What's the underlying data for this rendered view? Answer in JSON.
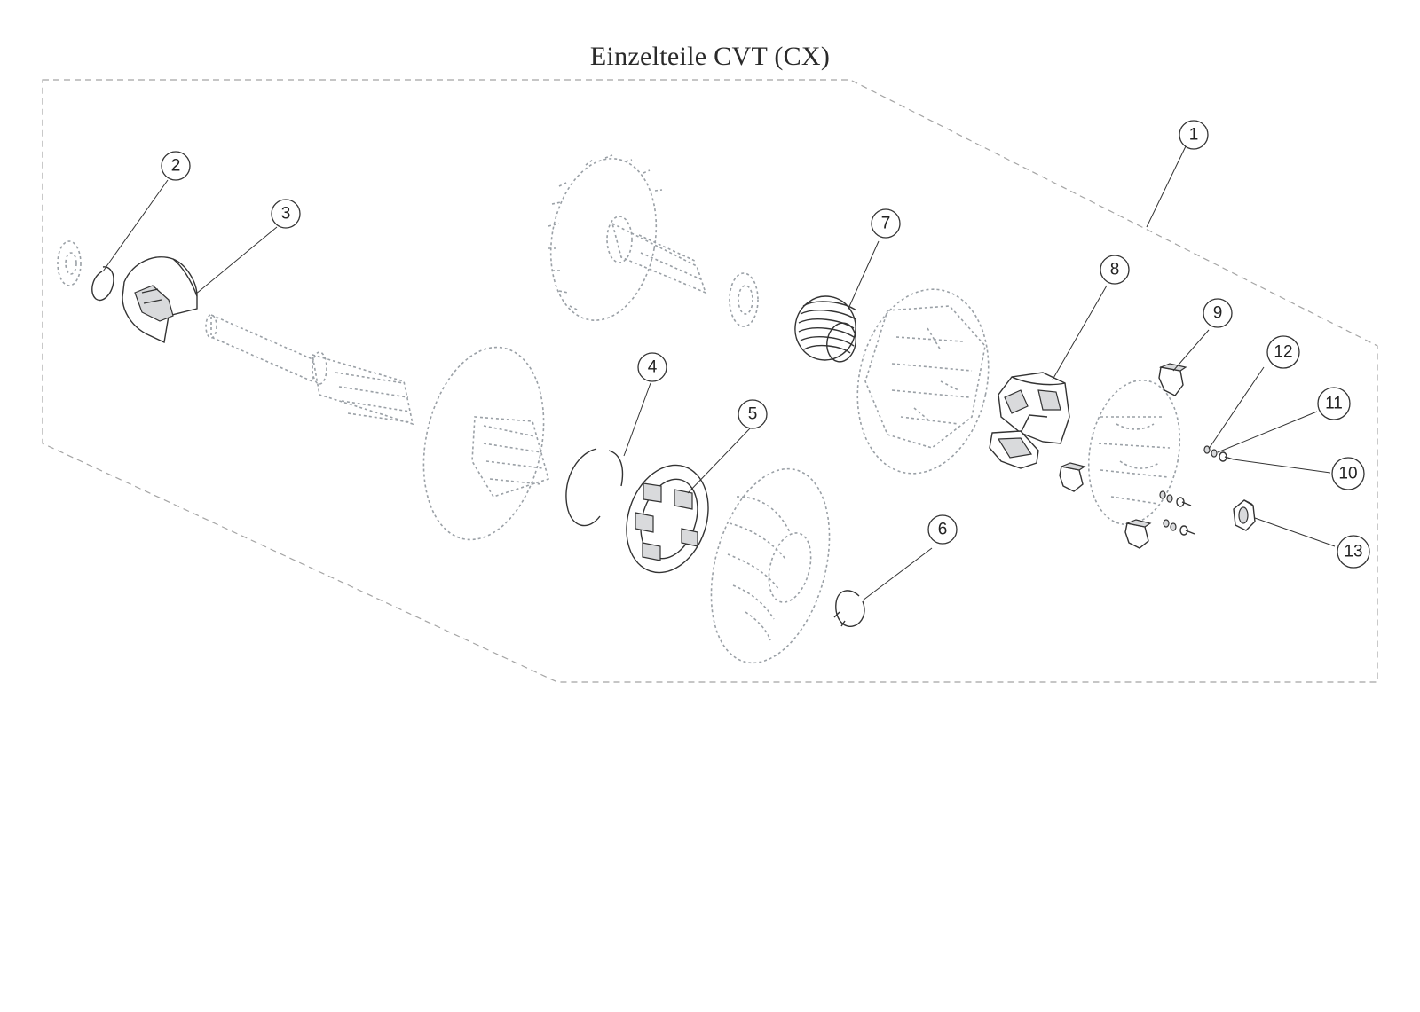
{
  "title": "Einzelteile CVT (CX)",
  "callouts": [
    {
      "id": "1",
      "label": "1"
    },
    {
      "id": "2",
      "label": "2"
    },
    {
      "id": "3",
      "label": "3"
    },
    {
      "id": "4",
      "label": "4"
    },
    {
      "id": "5",
      "label": "5"
    },
    {
      "id": "6",
      "label": "6"
    },
    {
      "id": "7",
      "label": "7"
    },
    {
      "id": "8",
      "label": "8"
    },
    {
      "id": "9",
      "label": "9"
    },
    {
      "id": "10",
      "label": "10"
    },
    {
      "id": "11",
      "label": "11"
    },
    {
      "id": "12",
      "label": "12"
    },
    {
      "id": "13",
      "label": "13"
    }
  ],
  "colors": {
    "line": "#333333",
    "ghost": "#9aa0a6",
    "boundary": "#a5a5a5"
  }
}
